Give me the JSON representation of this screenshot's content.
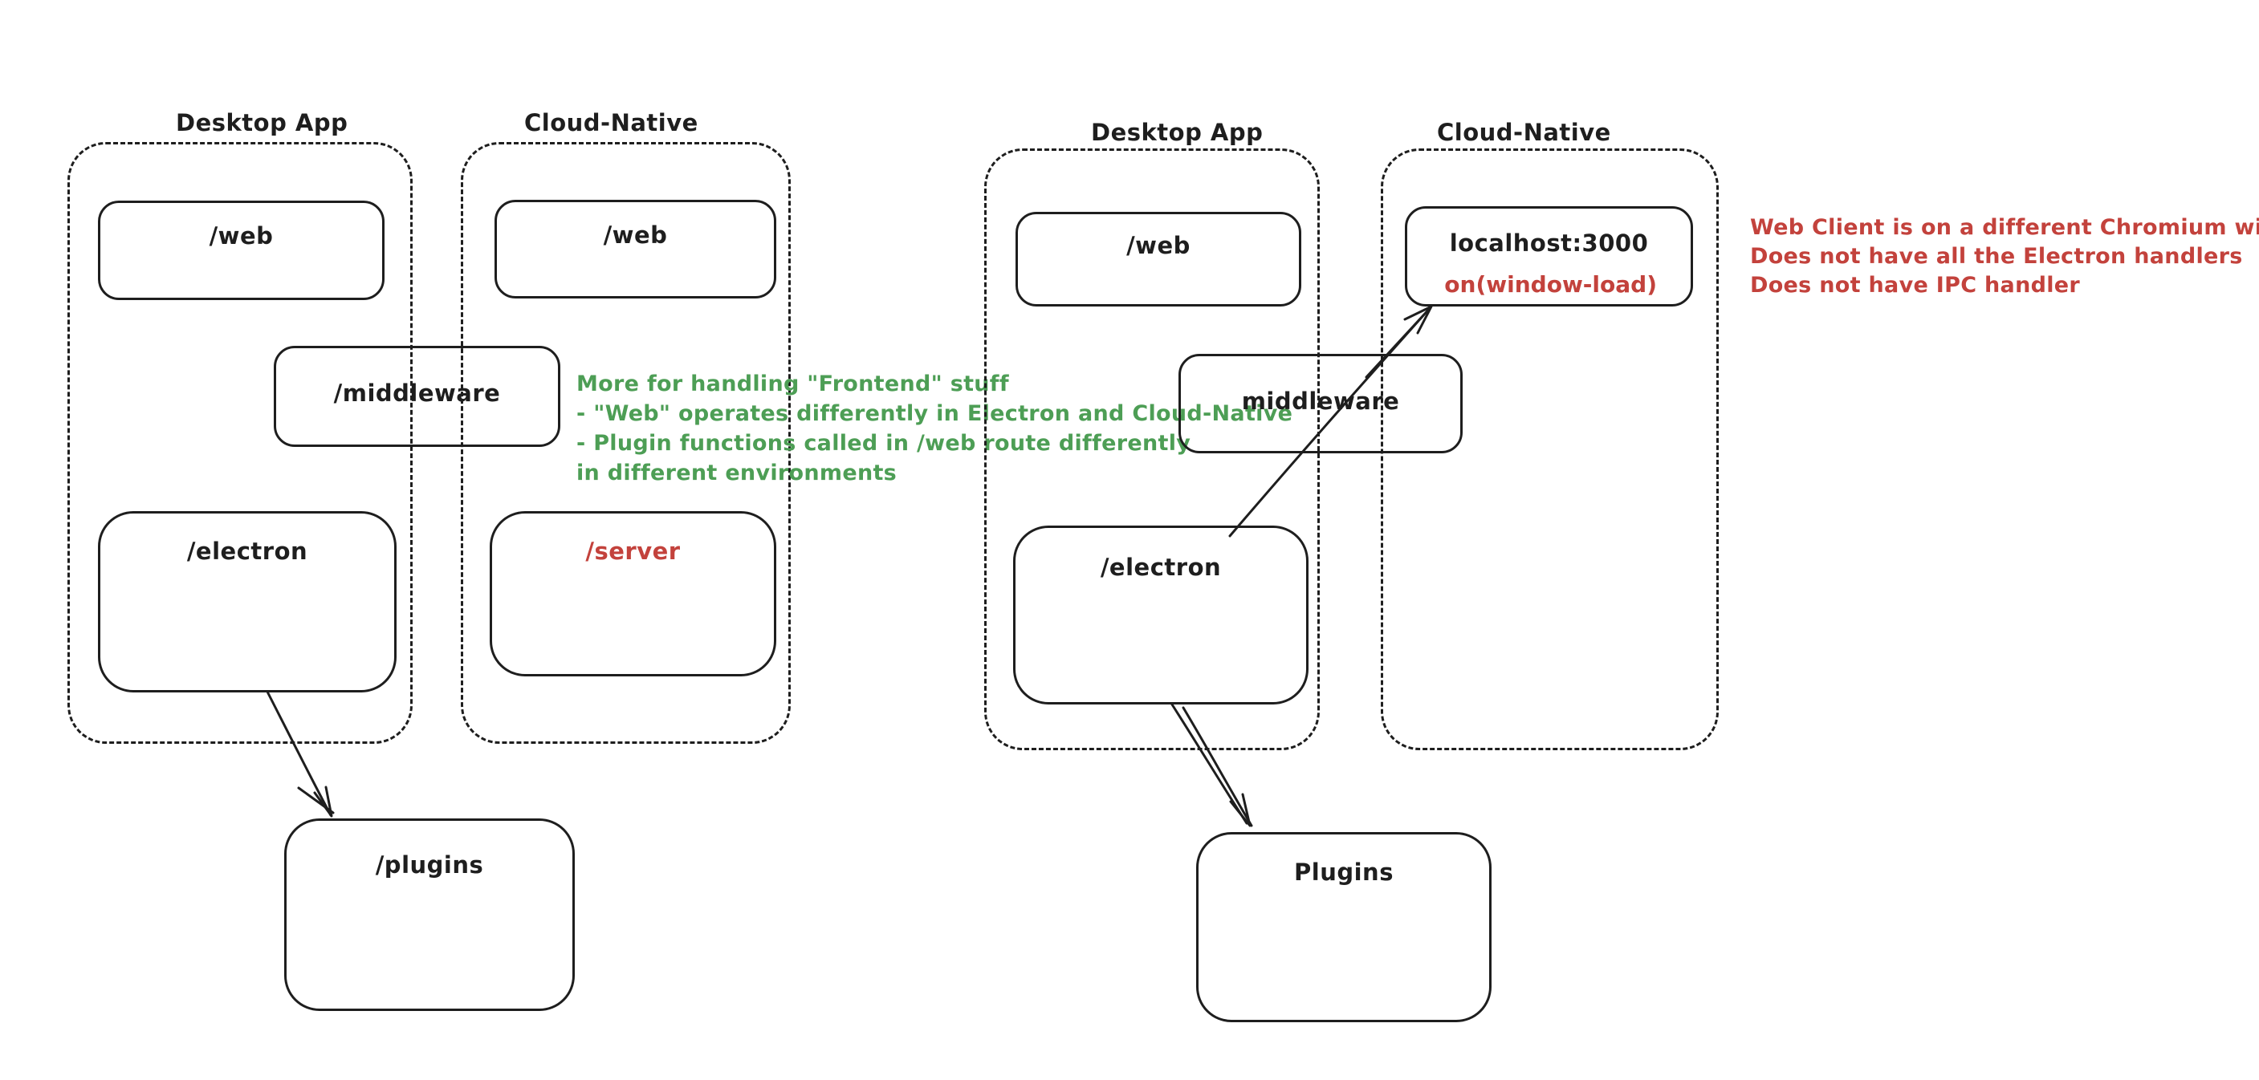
{
  "colors": {
    "stroke": "#1e1e1e",
    "background": "#ffffff",
    "annotation_green": "#4d9e55",
    "annotation_red": "#c3423c"
  },
  "left_diagram": {
    "desktop": {
      "title": "Desktop App",
      "web_label": "/web",
      "middleware_label": "/middleware",
      "electron_label": "/electron"
    },
    "cloud": {
      "title": "Cloud-Native",
      "web_label": "/web",
      "server_label": "/server"
    },
    "plugins_label": "/plugins"
  },
  "right_diagram": {
    "desktop": {
      "title": "Desktop App",
      "web_label": "/web",
      "middleware_label": "middleware",
      "electron_label": "/electron"
    },
    "cloud": {
      "title": "Cloud-Native",
      "localhost_label": "localhost:3000",
      "window_load_label": "on(window-load)"
    },
    "plugins_label": "Plugins"
  },
  "notes": {
    "green": {
      "color": "#4d9e55",
      "lines": [
        "More for handling \"Frontend\" stuff",
        "- \"Web\" operates differently in Electron and Cloud-Native",
        "- Plugin functions called in /web route differently",
        "in different environments"
      ]
    },
    "red": {
      "color": "#c3423c",
      "lines": [
        "Web Client is on a different Chromium window",
        "Does not have all the Electron handlers",
        "Does not have IPC handler"
      ]
    }
  }
}
